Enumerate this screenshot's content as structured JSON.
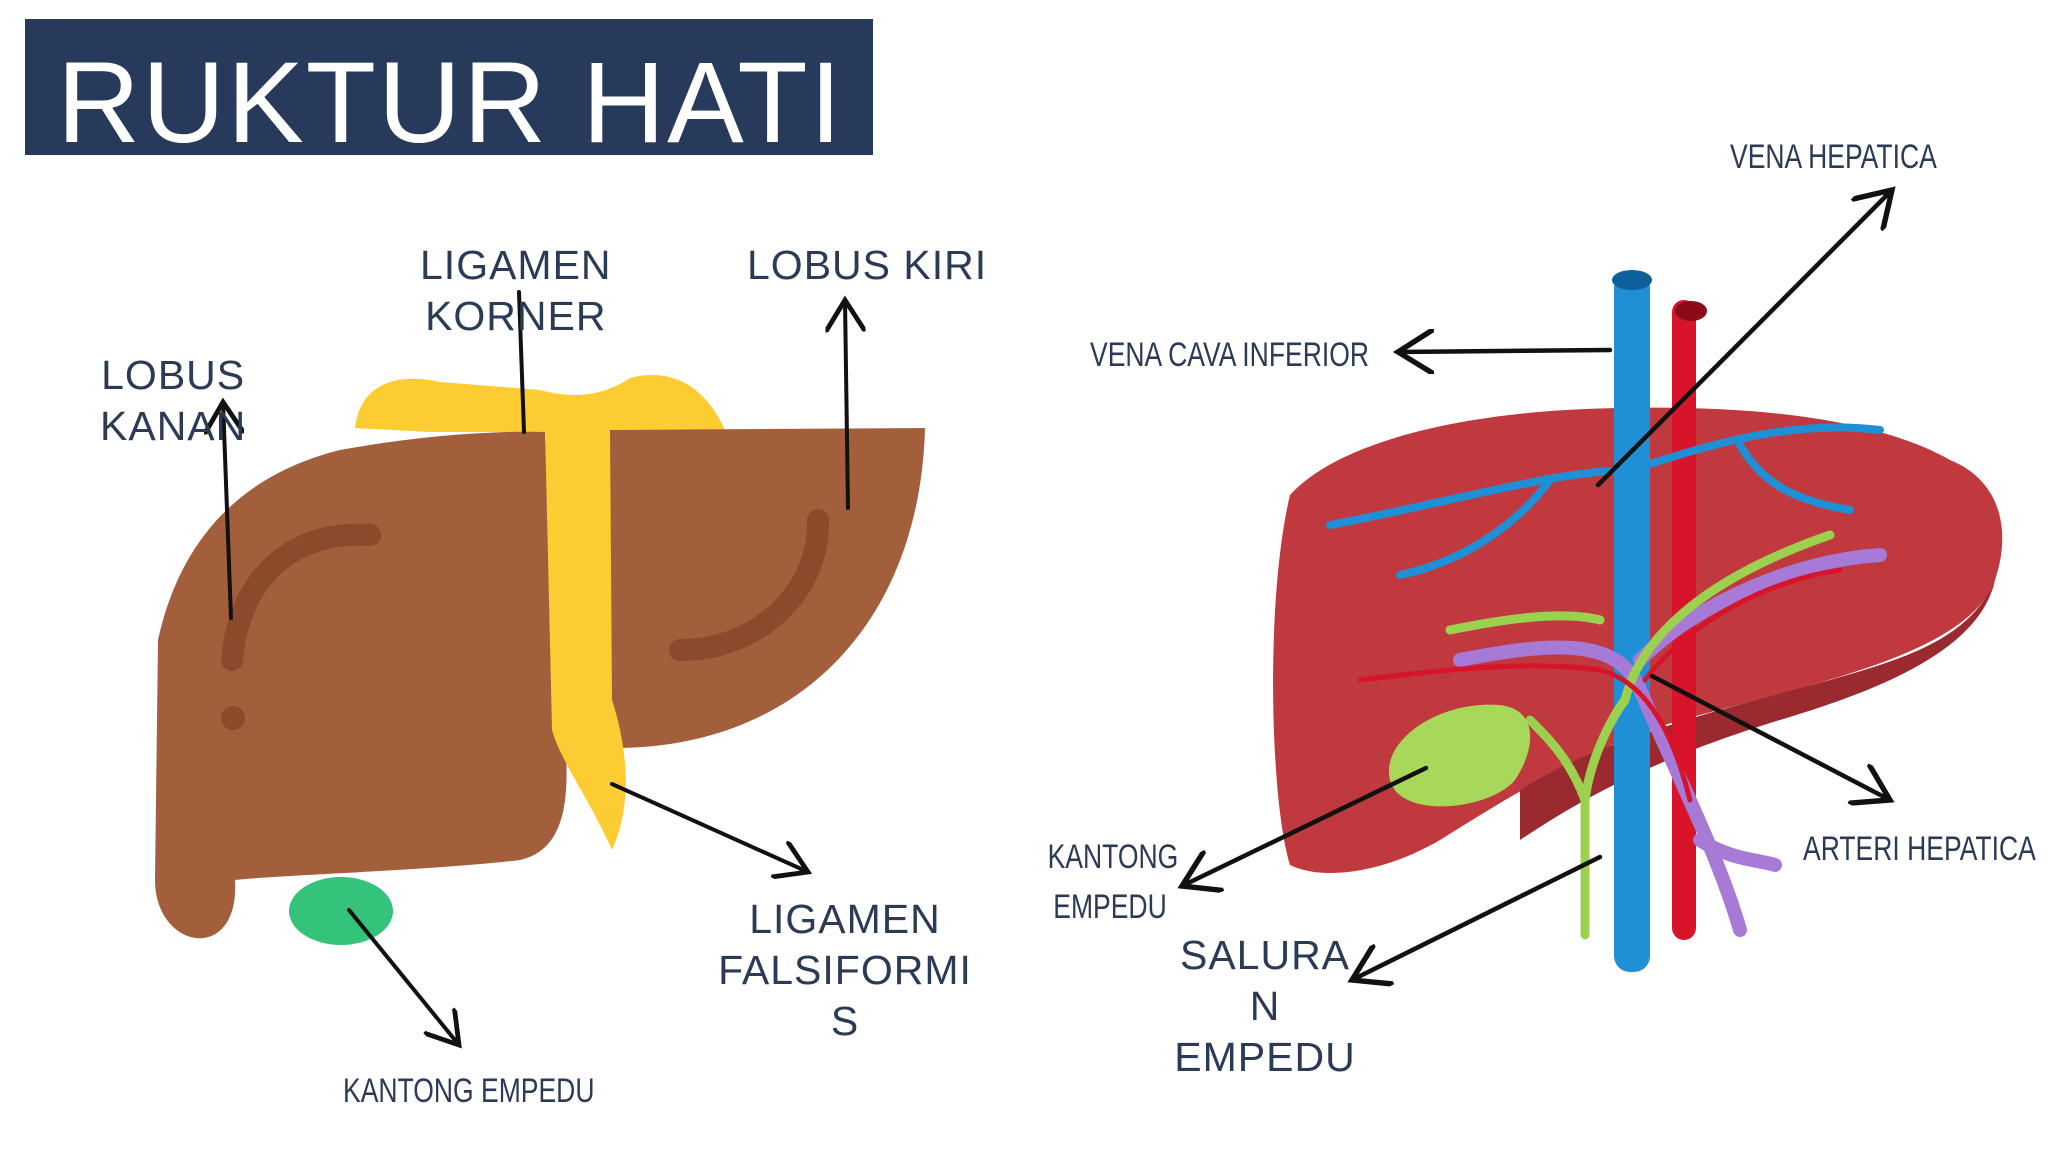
{
  "title": "RUKTUR HATI",
  "left_diagram": {
    "labels": {
      "lobus_kanan": [
        "LOBUS",
        "KANAN"
      ],
      "ligamen_korner": [
        "LIGAMEN",
        "KORNER"
      ],
      "lobus_kiri": "LOBUS KIRI",
      "ligamen_falsiformis": [
        "LIGAMEN",
        "FALSIFORMI",
        "S"
      ],
      "kantong_empedu": "KANTONG EMPEDU"
    },
    "colors": {
      "liver": "#a35e3b",
      "liver_shadow": "#8b4a2c",
      "ligament": "#fdcc33",
      "gallbladder": "#35c27a"
    }
  },
  "right_diagram": {
    "labels": {
      "vena_hepatica": "VENA HEPATICA",
      "vena_cava_inferior": "VENA CAVA INFERIOR",
      "kantong_empedu": [
        "KANTONG",
        "EMPEDU"
      ],
      "arteri_hepatica": "ARTERI HEPATICA",
      "saluran_empedu": [
        "SALURA",
        "N",
        "EMPEDU"
      ]
    },
    "colors": {
      "liver": "#c0393f",
      "vein": "#1f8fd6",
      "artery": "#d8142b",
      "portal": "#a67ad6",
      "bile": "#9cd14f",
      "gallbladder": "#a8d85a"
    }
  }
}
